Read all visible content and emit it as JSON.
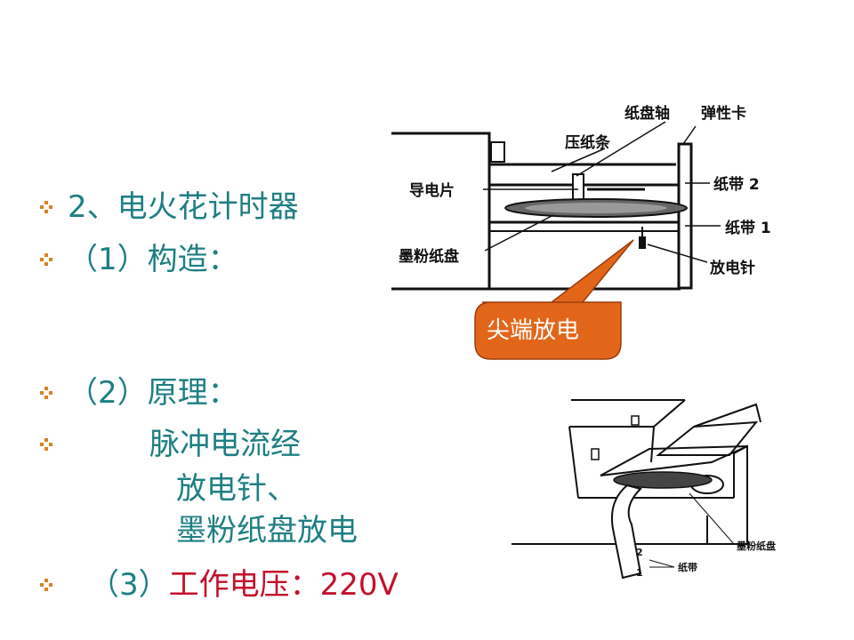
{
  "bullets": [
    {
      "text": "2、电火花计时器"
    },
    {
      "text": "（1）构造："
    },
    {
      "text": "（2）原理："
    },
    {
      "text": "脉冲电流经"
    },
    {
      "prefix": "（3）",
      "highlight": "工作电压：220V"
    }
  ],
  "principle_continuation": [
    "放电针、",
    "墨粉纸盘放电"
  ],
  "diagram_top": {
    "labels": {
      "axis": "纸盘轴",
      "spring_clip": "弹性卡",
      "press_strip": "压纸条",
      "conductor": "导电片",
      "tape2": "纸带 2",
      "tape1": "纸带 1",
      "toner_disk": "墨粉纸盘",
      "needle": "放电针"
    },
    "callout": "尖端放电",
    "callout_color": "#e2661a"
  },
  "diagram_bottom": {
    "labels": {
      "toner_disk": "墨粉纸盘",
      "tape": "纸带",
      "mark2": "2",
      "mark1": "1"
    }
  },
  "colors": {
    "text": "#1e7f82",
    "highlight": "#c4102a",
    "bullet": "#d9821e"
  }
}
